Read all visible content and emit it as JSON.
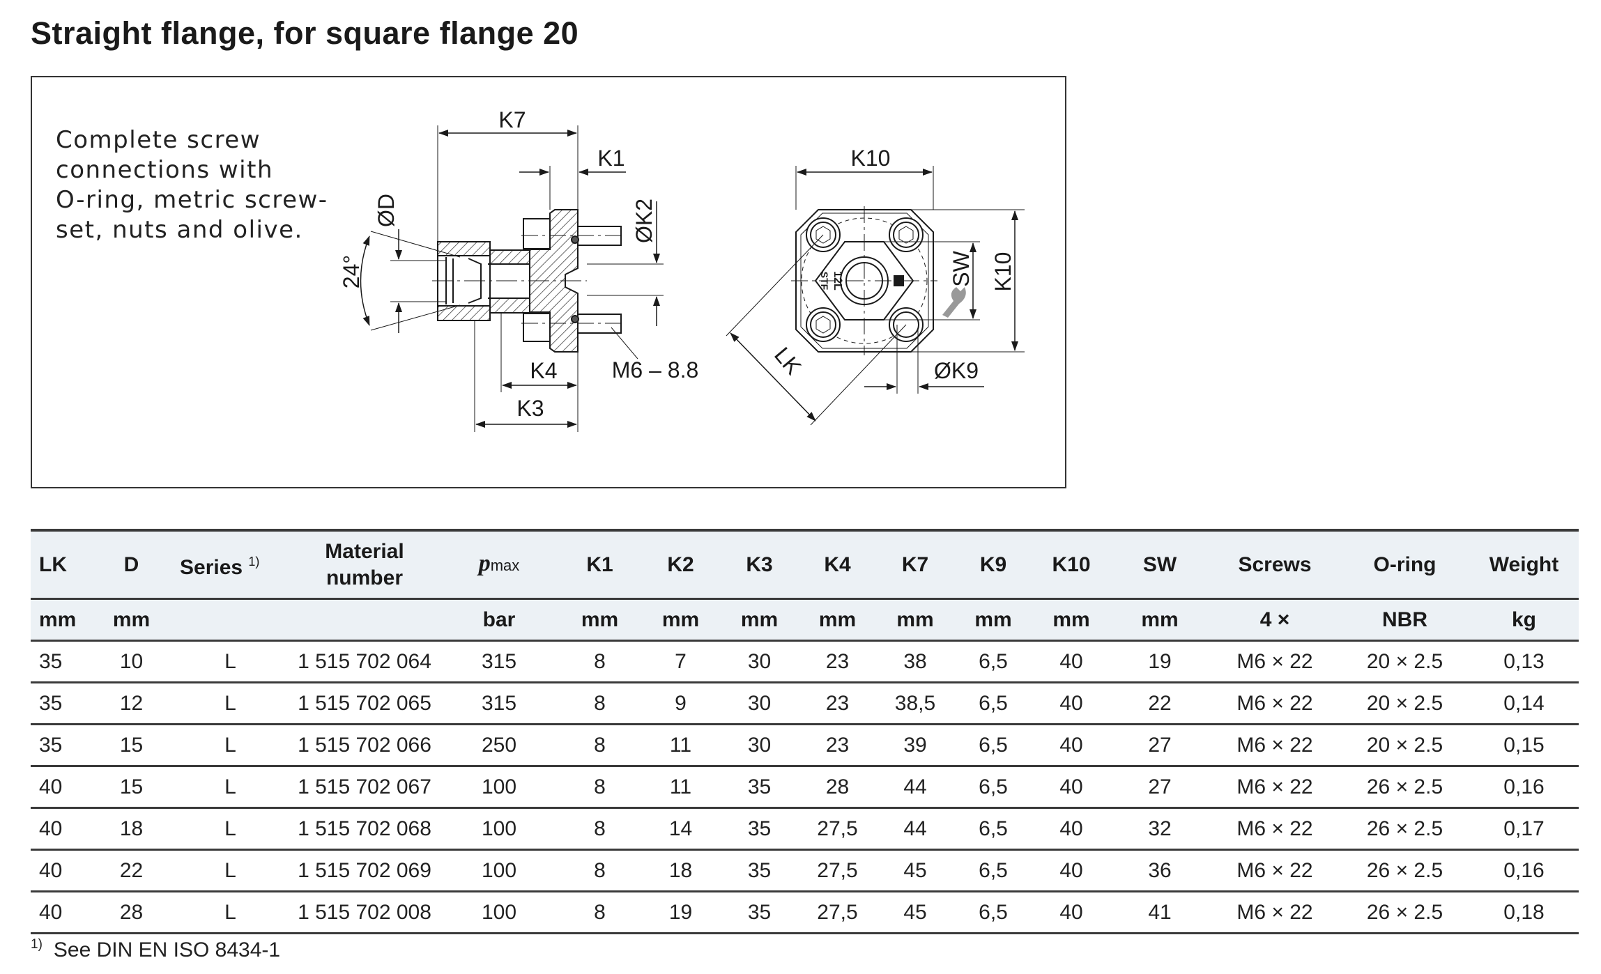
{
  "title": "Straight flange, for square flange 20",
  "description": [
    "Complete screw",
    "connections with",
    "O-ring, metric screw-",
    "set, nuts and olive."
  ],
  "drawing_labels": {
    "k7": "K7",
    "k1": "K1",
    "dia_d": "ØD",
    "dia_k2": "ØK2",
    "angle": "24°",
    "k4": "K4",
    "k3": "K3",
    "screw": "M6 – 8.8",
    "k10_top": "K10",
    "k10_side": "K10",
    "sw": "SW",
    "dia_k9": "ØK9",
    "lk": "LK",
    "marking_1": "12L",
    "marking_2": "STF"
  },
  "table": {
    "headers": {
      "lk": "LK",
      "d": "D",
      "series": "Series",
      "series_note": "1)",
      "material_1": "Material",
      "material_2": "number",
      "pmax_p": "p",
      "pmax_sub": "max",
      "k1": "K1",
      "k2": "K2",
      "k3": "K3",
      "k4": "K4",
      "k7": "K7",
      "k9": "K9",
      "k10": "K10",
      "sw": "SW",
      "screws": "Screws",
      "oring": "O-ring",
      "weight": "Weight"
    },
    "units": [
      "mm",
      "mm",
      "",
      "",
      "bar",
      "mm",
      "mm",
      "mm",
      "mm",
      "mm",
      "mm",
      "mm",
      "mm",
      "4 ×",
      "NBR",
      "kg"
    ],
    "rows": [
      [
        "35",
        "10",
        "L",
        "1 515 702 064",
        "315",
        "8",
        "7",
        "30",
        "23",
        "38",
        "6,5",
        "40",
        "19",
        "M6 × 22",
        "20 × 2.5",
        "0,13"
      ],
      [
        "35",
        "12",
        "L",
        "1 515 702 065",
        "315",
        "8",
        "9",
        "30",
        "23",
        "38,5",
        "6,5",
        "40",
        "22",
        "M6 × 22",
        "20 × 2.5",
        "0,14"
      ],
      [
        "35",
        "15",
        "L",
        "1 515 702 066",
        "250",
        "8",
        "11",
        "30",
        "23",
        "39",
        "6,5",
        "40",
        "27",
        "M6 × 22",
        "20 × 2.5",
        "0,15"
      ],
      [
        "40",
        "15",
        "L",
        "1 515 702 067",
        "100",
        "8",
        "11",
        "35",
        "28",
        "44",
        "6,5",
        "40",
        "27",
        "M6 × 22",
        "26 × 2.5",
        "0,16"
      ],
      [
        "40",
        "18",
        "L",
        "1 515 702 068",
        "100",
        "8",
        "14",
        "35",
        "27,5",
        "44",
        "6,5",
        "40",
        "32",
        "M6 × 22",
        "26 × 2.5",
        "0,17"
      ],
      [
        "40",
        "22",
        "L",
        "1 515 702 069",
        "100",
        "8",
        "18",
        "35",
        "27,5",
        "45",
        "6,5",
        "40",
        "36",
        "M6 × 22",
        "26 × 2.5",
        "0,16"
      ],
      [
        "40",
        "28",
        "L",
        "1 515 702 008",
        "100",
        "8",
        "19",
        "35",
        "27,5",
        "45",
        "6,5",
        "40",
        "41",
        "M6 × 22",
        "26 × 2.5",
        "0,18"
      ]
    ]
  },
  "footnote": {
    "mark": "1)",
    "text": "See DIN EN ISO 8434-1"
  }
}
